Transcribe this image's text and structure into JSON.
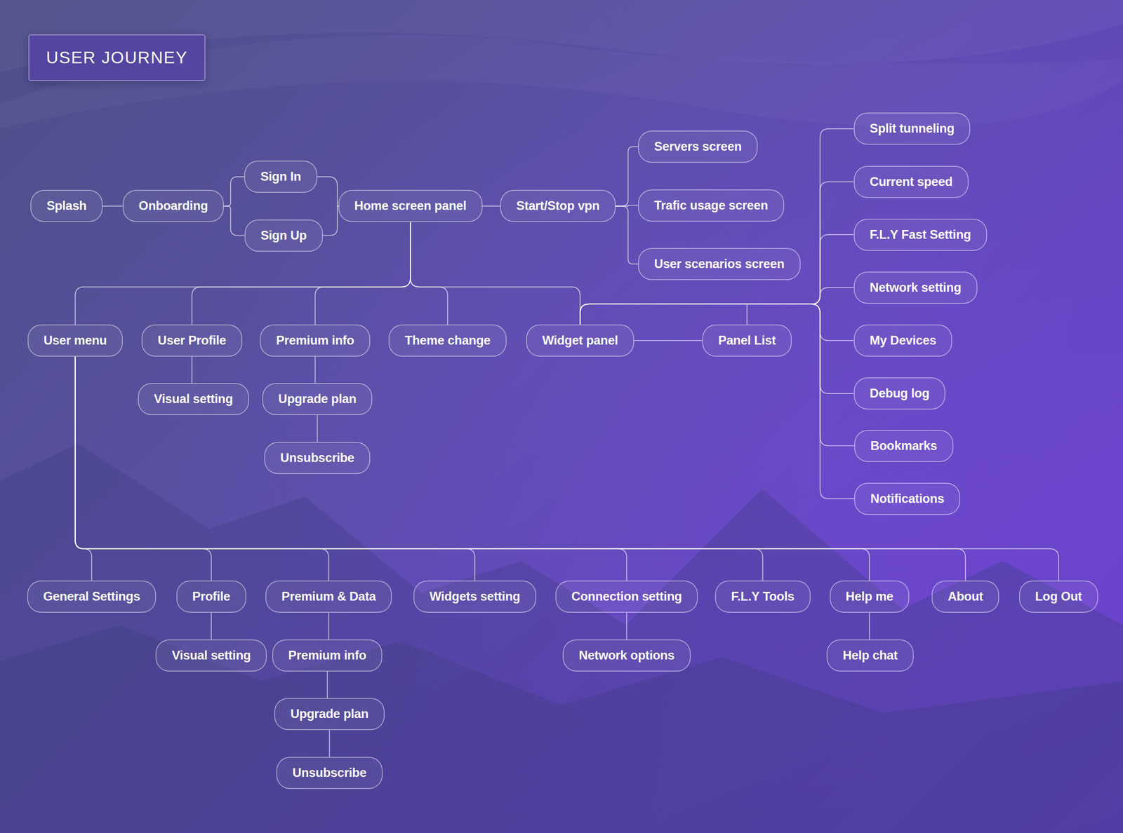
{
  "diagram": {
    "title": "USER JOURNEY",
    "nodes": [
      {
        "text": [
          "Splash"
        ]
      },
      {
        "text": [
          "Onboarding"
        ]
      },
      {
        "text": [
          "Sign In"
        ]
      },
      {
        "text": [
          "Sign Up"
        ]
      },
      {
        "text": [
          "Home screen panel"
        ]
      },
      {
        "text": [
          "Start/Stop vpn"
        ]
      },
      {
        "text": [
          "Servers screen"
        ]
      },
      {
        "text": [
          "Trafic usage screen"
        ]
      },
      {
        "text": [
          "User scenarios screen"
        ]
      },
      {
        "text": [
          "Split tunneling"
        ]
      },
      {
        "text": [
          "Current speed"
        ]
      },
      {
        "text": [
          "F.L.Y Fast Setting"
        ]
      },
      {
        "text": [
          "Network setting"
        ]
      },
      {
        "text": [
          "My Devices"
        ]
      },
      {
        "text": [
          "Debug log"
        ]
      },
      {
        "text": [
          "Bookmarks"
        ]
      },
      {
        "text": [
          "Notifications"
        ]
      },
      {
        "text": [
          "User menu"
        ]
      },
      {
        "text": [
          "User Profile"
        ]
      },
      {
        "text": [
          "Premium info"
        ]
      },
      {
        "text": [
          "Theme change"
        ]
      },
      {
        "text": [
          "Widget panel"
        ]
      },
      {
        "text": [
          "Panel List"
        ]
      },
      {
        "text": [
          "Visual setting"
        ]
      },
      {
        "text": [
          "Upgrade plan"
        ]
      },
      {
        "text": [
          "Unsubscribe"
        ]
      },
      {
        "text": [
          "General Settings"
        ]
      },
      {
        "text": [
          "Profile"
        ]
      },
      {
        "text": [
          "Premium & Data"
        ]
      },
      {
        "text": [
          "Widgets setting"
        ]
      },
      {
        "text": [
          "Connection setting"
        ]
      },
      {
        "text": [
          "F.L.Y Tools"
        ]
      },
      {
        "text": [
          "Help me"
        ]
      },
      {
        "text": [
          "About"
        ]
      },
      {
        "text": [
          "Log Out"
        ]
      },
      {
        "text": [
          "Visual setting"
        ]
      },
      {
        "text": [
          "Premium info"
        ]
      },
      {
        "text": [
          "Network options"
        ]
      },
      {
        "text": [
          "Help chat"
        ]
      },
      {
        "text": [
          "Upgrade plan"
        ]
      },
      {
        "text": [
          "Unsubscribe"
        ]
      }
    ],
    "edges": [
      {
        "from": 0,
        "to": 1,
        "arrow": "none"
      },
      {
        "from": 1,
        "to": 2,
        "arrow": "none"
      },
      {
        "from": 1,
        "to": 3,
        "arrow": "none"
      },
      {
        "from": 2,
        "to": 4,
        "arrow": "none"
      },
      {
        "from": 3,
        "to": 4,
        "arrow": "none"
      },
      {
        "from": 4,
        "to": 5,
        "arrow": "none"
      },
      {
        "from": 5,
        "to": 6,
        "arrow": "none"
      },
      {
        "from": 5,
        "to": 7,
        "arrow": "none"
      },
      {
        "from": 5,
        "to": 8,
        "arrow": "none"
      },
      {
        "from": 4,
        "to": 17,
        "arrow": "none"
      },
      {
        "from": 4,
        "to": 18,
        "arrow": "none"
      },
      {
        "from": 4,
        "to": 19,
        "arrow": "none"
      },
      {
        "from": 4,
        "to": 20,
        "arrow": "none"
      },
      {
        "from": 4,
        "to": 21,
        "arrow": "none"
      },
      {
        "from": 21,
        "to": 22,
        "arrow": "none"
      },
      {
        "from": 21,
        "to": 9,
        "arrow": "none"
      },
      {
        "from": 21,
        "to": 10,
        "arrow": "none"
      },
      {
        "from": 21,
        "to": 11,
        "arrow": "none"
      },
      {
        "from": 21,
        "to": 12,
        "arrow": "none"
      },
      {
        "from": 21,
        "to": 13,
        "arrow": "none"
      },
      {
        "from": 21,
        "to": 14,
        "arrow": "none"
      },
      {
        "from": 21,
        "to": 15,
        "arrow": "none"
      },
      {
        "from": 21,
        "to": 16,
        "arrow": "none"
      },
      {
        "from": 18,
        "to": 23,
        "arrow": "none"
      },
      {
        "from": 19,
        "to": 24,
        "arrow": "none"
      },
      {
        "from": 24,
        "to": 25,
        "arrow": "none"
      },
      {
        "from": 17,
        "to": 26,
        "arrow": "none"
      },
      {
        "from": 17,
        "to": 27,
        "arrow": "none"
      },
      {
        "from": 17,
        "to": 28,
        "arrow": "none"
      },
      {
        "from": 17,
        "to": 29,
        "arrow": "none"
      },
      {
        "from": 17,
        "to": 30,
        "arrow": "none"
      },
      {
        "from": 17,
        "to": 31,
        "arrow": "none"
      },
      {
        "from": 17,
        "to": 32,
        "arrow": "none"
      },
      {
        "from": 17,
        "to": 33,
        "arrow": "none"
      },
      {
        "from": 17,
        "to": 34,
        "arrow": "none"
      },
      {
        "from": 27,
        "to": 35,
        "arrow": "none"
      },
      {
        "from": 28,
        "to": 36,
        "arrow": "none"
      },
      {
        "from": 36,
        "to": 39,
        "arrow": "none"
      },
      {
        "from": 39,
        "to": 40,
        "arrow": "none"
      },
      {
        "from": 30,
        "to": 37,
        "arrow": "none"
      },
      {
        "from": 32,
        "to": 38,
        "arrow": "none"
      }
    ]
  }
}
